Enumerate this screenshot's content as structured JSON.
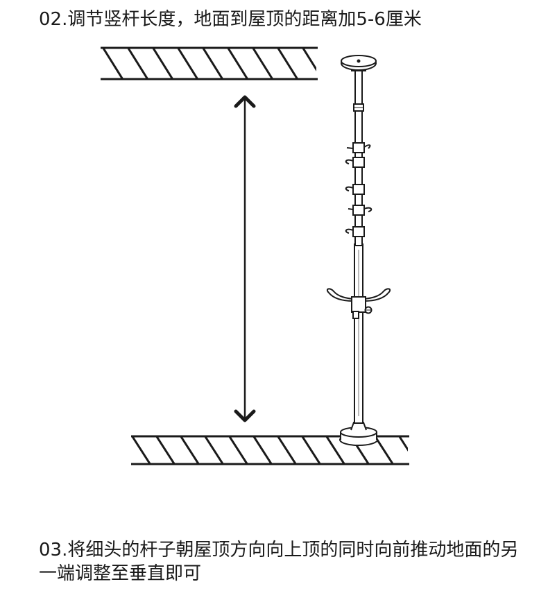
{
  "steps": {
    "step_02": "02.调节竖杆长度，地面到屋顶的距离加5-6厘米",
    "step_03": "03.将细头的杆子朝屋顶方向向上顶的同时向前推动地面的另一端调整至垂直即可"
  },
  "diagram": {
    "line_color": "#1a1a1a",
    "fill_color": "#ffffff",
    "clip_count": 5
  }
}
